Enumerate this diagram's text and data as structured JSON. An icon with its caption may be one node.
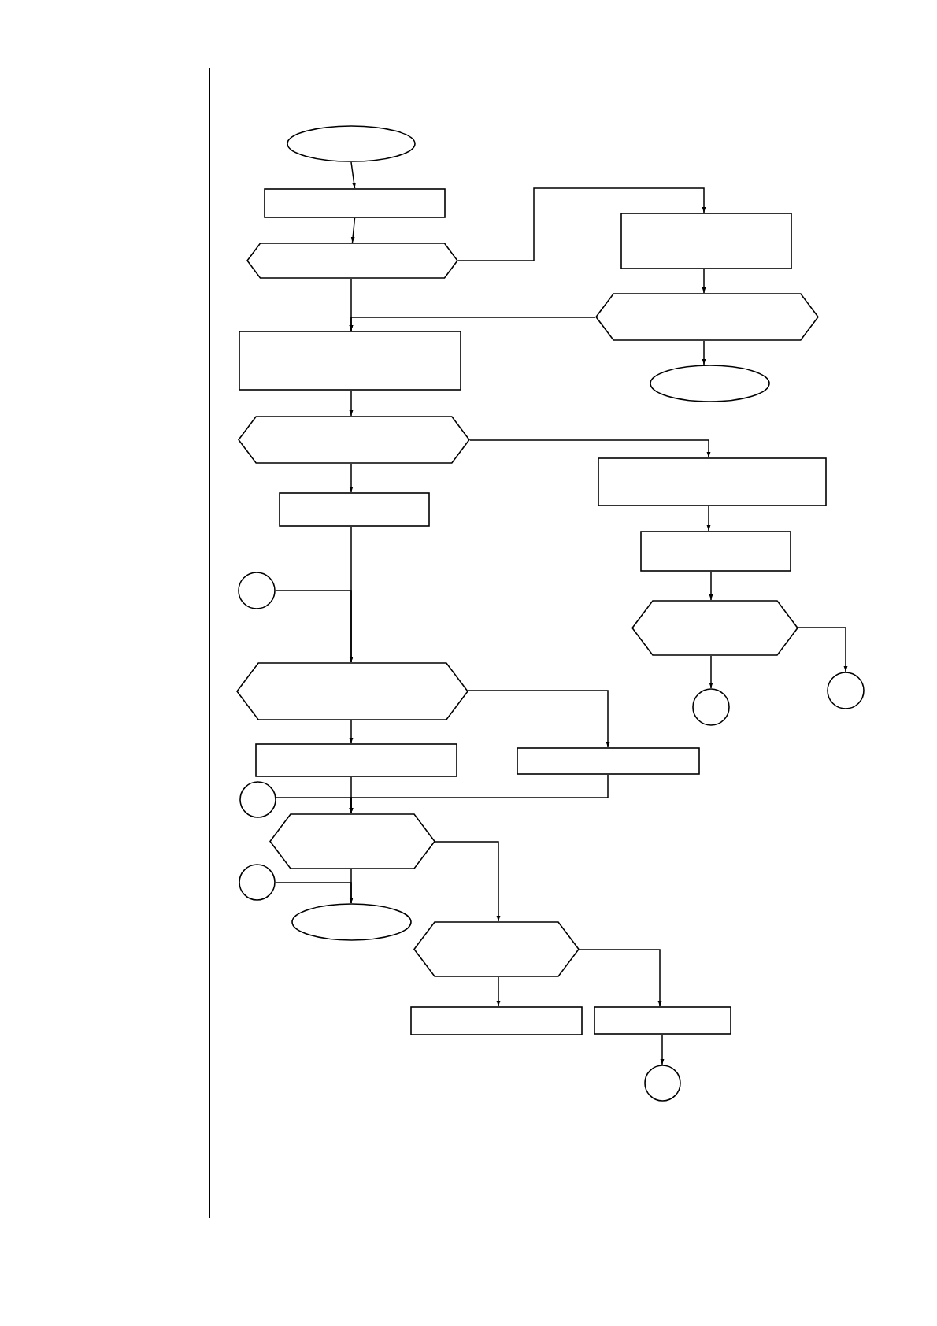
{
  "diagram": {
    "nodes": [
      {
        "text": [],
        "shape": "oval"
      },
      {
        "text": [],
        "shape": "box"
      },
      {
        "text": [],
        "shape": "hexagon"
      },
      {
        "text": [],
        "shape": "box"
      },
      {
        "text": [],
        "shape": "hexagon"
      },
      {
        "text": [],
        "shape": "box"
      },
      {
        "text": [],
        "shape": "oval"
      },
      {
        "text": [],
        "shape": "hexagon"
      },
      {
        "text": [],
        "shape": "box"
      },
      {
        "text": [],
        "shape": "box"
      },
      {
        "text": [],
        "shape": "box"
      },
      {
        "text": [],
        "shape": "circle"
      },
      {
        "text": [],
        "shape": "hexagon"
      },
      {
        "text": [],
        "shape": "hexagon"
      },
      {
        "text": [],
        "shape": "circle"
      },
      {
        "text": [],
        "shape": "circle"
      },
      {
        "text": [],
        "shape": "box"
      },
      {
        "text": [],
        "shape": "box"
      },
      {
        "text": [],
        "shape": "circle"
      },
      {
        "text": [],
        "shape": "hexagon"
      },
      {
        "text": [],
        "shape": "circle"
      },
      {
        "text": [],
        "shape": "oval"
      },
      {
        "text": [],
        "shape": "hexagon"
      },
      {
        "text": [],
        "shape": "box"
      },
      {
        "text": [],
        "shape": "box"
      },
      {
        "text": [],
        "shape": "circle"
      }
    ],
    "edges": [
      {
        "from": 0,
        "to": 1,
        "arrow": "to"
      },
      {
        "from": 1,
        "to": 2,
        "arrow": "to"
      },
      {
        "from": 2,
        "to": 3,
        "arrow": "to"
      },
      {
        "from": 3,
        "to": 4,
        "arrow": "to"
      },
      {
        "from": 4,
        "to": 5,
        "arrow": "to"
      },
      {
        "from": 2,
        "to": 5,
        "arrow": "to"
      },
      {
        "from": 4,
        "to": 6,
        "arrow": "to"
      },
      {
        "from": 5,
        "to": 7,
        "arrow": "to"
      },
      {
        "from": 7,
        "to": 8,
        "arrow": "to"
      },
      {
        "from": 7,
        "to": 9,
        "arrow": "to"
      },
      {
        "from": 9,
        "to": 13,
        "arrow": "to"
      },
      {
        "from": 11,
        "to": 13,
        "arrow": "to"
      },
      {
        "from": 8,
        "to": 10,
        "arrow": "to"
      },
      {
        "from": 10,
        "to": 12,
        "arrow": "to"
      },
      {
        "from": 12,
        "to": 14,
        "arrow": "to"
      },
      {
        "from": 12,
        "to": 15,
        "arrow": "to"
      },
      {
        "from": 13,
        "to": 16,
        "arrow": "to"
      },
      {
        "from": 13,
        "to": 17,
        "arrow": "to"
      },
      {
        "from": 16,
        "to": 19,
        "arrow": "to"
      },
      {
        "from": 17,
        "to": 19,
        "arrow": "to"
      },
      {
        "from": 18,
        "to": 19,
        "arrow": "to"
      },
      {
        "from": 19,
        "to": 21,
        "arrow": "to"
      },
      {
        "from": 20,
        "to": 21,
        "arrow": "to"
      },
      {
        "from": 19,
        "to": 22,
        "arrow": "to"
      },
      {
        "from": 22,
        "to": 23,
        "arrow": "to"
      },
      {
        "from": 22,
        "to": 24,
        "arrow": "to"
      },
      {
        "from": 24,
        "to": 25,
        "arrow": "to"
      }
    ]
  }
}
